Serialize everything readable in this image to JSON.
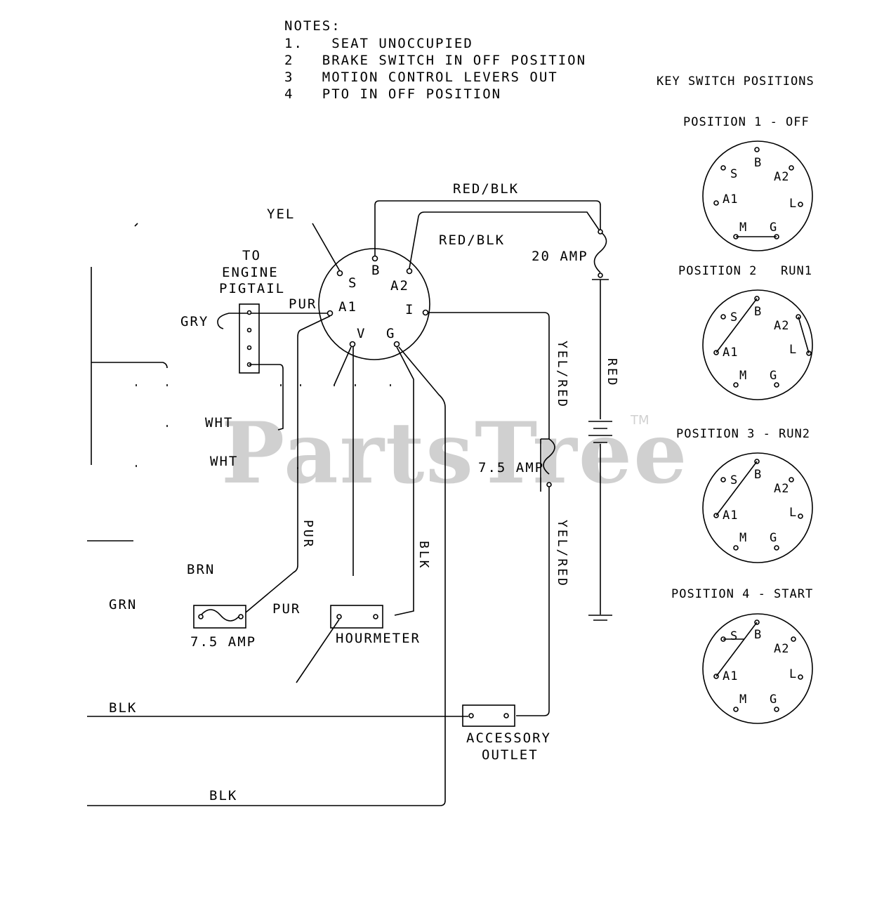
{
  "notes": {
    "heading": "NOTES:",
    "items": [
      "1.   SEAT UNOCCUPIED",
      "2   BRAKE SWITCH IN OFF POSITION",
      "3   MOTION CONTROL LEVERS OUT",
      "4   PTO IN OFF POSITION"
    ]
  },
  "key_switch": {
    "title": "KEY SWITCH POSITIONS",
    "positions": [
      {
        "label": "POSITION 1 - OFF"
      },
      {
        "label": "POSITION 2   RUN1"
      },
      {
        "label": "POSITION 3 - RUN2"
      },
      {
        "label": "POSITION 4 - START"
      }
    ],
    "terminals": [
      "S",
      "B",
      "A2",
      "A1",
      "L",
      "M",
      "G"
    ]
  },
  "switch_terminals": {
    "s": "S",
    "b": "B",
    "a2": "A2",
    "a1": "A1",
    "i": "I",
    "v": "V",
    "g": "G"
  },
  "wires": {
    "red_blk_1": "RED/BLK",
    "red_blk_2": "RED/BLK",
    "yel": "YEL",
    "pur_1": "PUR",
    "gry": "GRY",
    "wht_1": "WHT",
    "wht_2": "WHT",
    "brn": "BRN",
    "grn": "GRN",
    "pur_2": "PUR",
    "pur_3": "PUR",
    "blk_1": "BLK",
    "blk_2": "BLK",
    "blk_3": "BLK",
    "yel_red_1": "YEL/RED",
    "yel_red_2": "YEL/RED",
    "red": "RED"
  },
  "components": {
    "engine_pigtail": [
      "TO",
      "ENGINE",
      "PIGTAIL"
    ],
    "fuse_20": "20 AMP",
    "fuse_7_5_a": "7.5 AMP",
    "fuse_7_5_b": "7.5 AMP",
    "hourmeter": "HOURMETER",
    "accessory_outlet": [
      "ACCESSORY",
      "OUTLET"
    ]
  },
  "watermark": {
    "text": "PartsTree",
    "tm": "TM"
  }
}
